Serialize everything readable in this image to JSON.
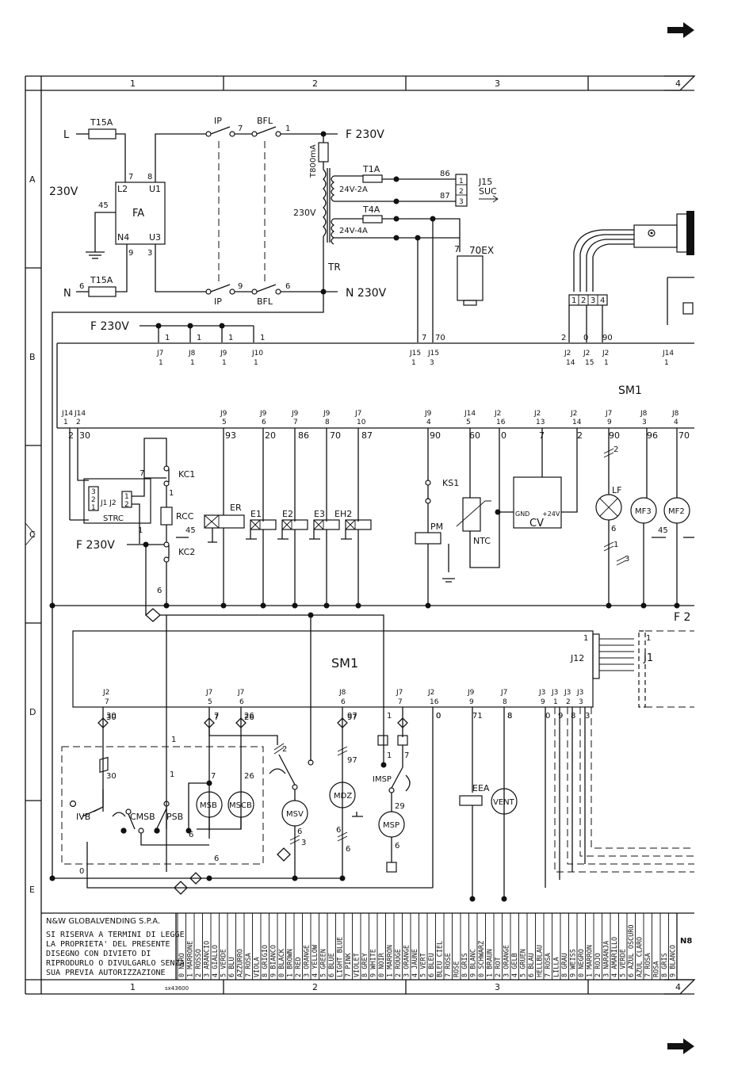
{
  "frame": {
    "columns": [
      "1",
      "2",
      "3",
      "4"
    ],
    "rows": [
      "A",
      "B",
      "C",
      "D",
      "E"
    ]
  },
  "labels": {
    "line_L": "L",
    "line_N": "N",
    "fuse_T15A_top": "T15A",
    "fuse_T15A_bot": "T15A",
    "v230": "230V",
    "fa": "FA",
    "fa_L2": "L2",
    "fa_U1": "U1",
    "fa_N4": "N4",
    "fa_U3": "U3",
    "fa_7": "7",
    "fa_8": "8",
    "fa_9": "9",
    "fa_3": "3",
    "w45": "45",
    "w6": "6",
    "ip_top": "IP",
    "ip_bot": "IP",
    "bfl_top": "BFL",
    "bfl_bot": "BFL",
    "ip7": "7",
    "bfl1": "1",
    "ip9": "9",
    "bfl6": "6",
    "f230_top": "F 230V",
    "n230": "N 230V",
    "t800": "T800mA",
    "tr230": "230V",
    "tr": "TR",
    "t1a": "T1A",
    "t4a": "T4A",
    "v24_2a": "24V-2A",
    "v24_4a": "24V-4A",
    "w86": "86",
    "w87": "87",
    "j15": "J15",
    "suc": "SUC",
    "c1": "1",
    "c2": "2",
    "c3": "3",
    "w7": "7",
    "w70ex": "70EX",
    "conn4": [
      "1",
      "2",
      "3",
      "4"
    ],
    "f230_mid": "F 230V",
    "f230_c": "F 230V",
    "sm1_top": "SM1",
    "sm1_mid": "SM1",
    "f2": "F 2",
    "top_wires": [
      "1",
      "1",
      "1",
      "1",
      "7",
      "70",
      "2",
      "0",
      "90"
    ],
    "top_j": [
      [
        "J7",
        "1"
      ],
      [
        "J8",
        "1"
      ],
      [
        "J9",
        "1"
      ],
      [
        "J10",
        "1"
      ],
      [
        "J15",
        "1"
      ],
      [
        "J15",
        "3"
      ],
      [
        "J2",
        "14"
      ],
      [
        "J2",
        "15"
      ],
      [
        "J2",
        "1"
      ],
      [
        "J14",
        "1"
      ]
    ],
    "mid_j": [
      [
        "J14",
        "1"
      ],
      [
        "J14",
        "2"
      ],
      [
        "J9",
        "5"
      ],
      [
        "J9",
        "6"
      ],
      [
        "J9",
        "7"
      ],
      [
        "J9",
        "8"
      ],
      [
        "J7",
        "10"
      ],
      [
        "J9",
        "4"
      ],
      [
        "J14",
        "5"
      ],
      [
        "J2",
        "16"
      ],
      [
        "J2",
        "13"
      ],
      [
        "J2",
        "14"
      ],
      [
        "J7",
        "9"
      ],
      [
        "J8",
        "3"
      ],
      [
        "J8",
        "4"
      ]
    ],
    "mid_wires": [
      "2",
      "30",
      "93",
      "20",
      "86",
      "70",
      "87",
      "90",
      "60",
      "0",
      "7",
      "2",
      "90",
      "96",
      "70"
    ],
    "strc": "STRC",
    "j1j2": "J1 J2",
    "s3": "3",
    "s2": "2",
    "s1": "1",
    "s1b": "1",
    "s2b": "2",
    "kc1": "KC1",
    "kc2": "KC2",
    "rcc": "RCC",
    "r45": "45",
    "r7": "7",
    "r1": "1",
    "r1b": "1",
    "r6": "6",
    "er": "ER",
    "e1": "E1",
    "e2": "E2",
    "e3": "E3",
    "eh2": "EH2",
    "ks1": "KS1",
    "pm": "PM",
    "ntc": "NTC",
    "cv": "CV",
    "gnd": "GND",
    "v24": "+24V",
    "lf": "LF",
    "mf3": "MF3",
    "mf2": "MF2",
    "lf2": "2",
    "lf6": "6",
    "lf1": "1",
    "lf3": "3",
    "w45s": "45",
    "w6s": "6",
    "bot_j": [
      [
        "J2",
        "7"
      ],
      [
        "J7",
        "5"
      ],
      [
        "J7",
        "6"
      ],
      [
        "J8",
        "6"
      ],
      [
        "J7",
        "7"
      ],
      [
        "J2",
        "16"
      ],
      [
        "J9",
        "9"
      ],
      [
        "J7",
        "8"
      ],
      [
        "J3",
        "9"
      ],
      [
        "J3",
        "1"
      ],
      [
        "J3",
        "2"
      ],
      [
        "J3",
        "3"
      ]
    ],
    "bot_wires": [
      "30",
      "7",
      "26",
      "97",
      "1",
      "0",
      "71",
      "8",
      "0",
      "9",
      "8",
      "3"
    ],
    "j12": "J12",
    "j1": "J1",
    "j12_1": "1",
    "j12_6": "6",
    "ivb": "IVB",
    "cmsb": "CMSB",
    "psb": "PSB",
    "msb": "MSB",
    "mscb": "MSCB",
    "msv": "MSV",
    "mdz": "MDZ",
    "imsp": "IMSP",
    "msp": "MSP",
    "eea": "EEA",
    "vent": "VENT",
    "n30": "30",
    "n1": "1",
    "n7": "7",
    "n26": "26",
    "n2": "2",
    "n97": "97",
    "n29": "29",
    "n6": "6",
    "n3": "3",
    "n0": "0",
    "n4": "4",
    "n12": "12",
    "n45": "45",
    "n8": "8",
    "n5": "5",
    "company": "N&W GLOBALVENDING S.P.A.",
    "notice": [
      "SI RISERVA A TERMINI DI LEGGE",
      "LA PROPRIETA' DEL PRESENTE",
      "DISEGNO CON DIVIETO DI",
      "RIPRODURLO O DIVULGARLO SENZA",
      "SUA PREVIA AUTORIZZAZIONE"
    ],
    "drawing_no": "sx43600",
    "n8_corner": "N8"
  },
  "color_legend": [
    "0 NERO",
    "1 MARRONE",
    "2 ROSSO",
    "3 ARANCIO",
    "4 GIALLO",
    "5 VERDE",
    "6 BLU",
    "AZZURRO",
    "7 ROSA",
    "VIOLA",
    "8 GRIGIO",
    "9 BIANCO",
    "0 BLACK",
    "1 BROWN",
    "2 RED",
    "3 ORANGE",
    "4 YELLOW",
    "5 GREEN",
    "6 BLUE",
    "LIGHT BLUE",
    "7 PINK",
    "VIOLET",
    "8 GREY",
    "9 WHITE",
    "0 NOIR",
    "1 MARRON",
    "2 ROUGE",
    "3 ORANGE",
    "4 JAUNE",
    "5 VERT",
    "6 BLEU",
    "BLEU CIEL",
    "7 ROSE",
    "ROSE",
    "8 GRIS",
    "9 BLANC",
    "0 SCHWARZ",
    "1 BRAUN",
    "2 ROT",
    "3 ORANGE",
    "4 GELB",
    "5 GRUEN",
    "6 BLAU",
    "HELLBLAU",
    "7 ROSA",
    "LILLA",
    "8 GRAU",
    "9 WEISS",
    "0 NEGRO",
    "1 MARRON",
    "2 ROJO",
    "3 NARANJA",
    "4 AMARILLO",
    "5 VERDE",
    "6 AZUL OSCURO",
    "AZUL CLARO",
    "7 ROSA",
    "ROSA",
    "8 GRIS",
    "9 BLANCO"
  ]
}
